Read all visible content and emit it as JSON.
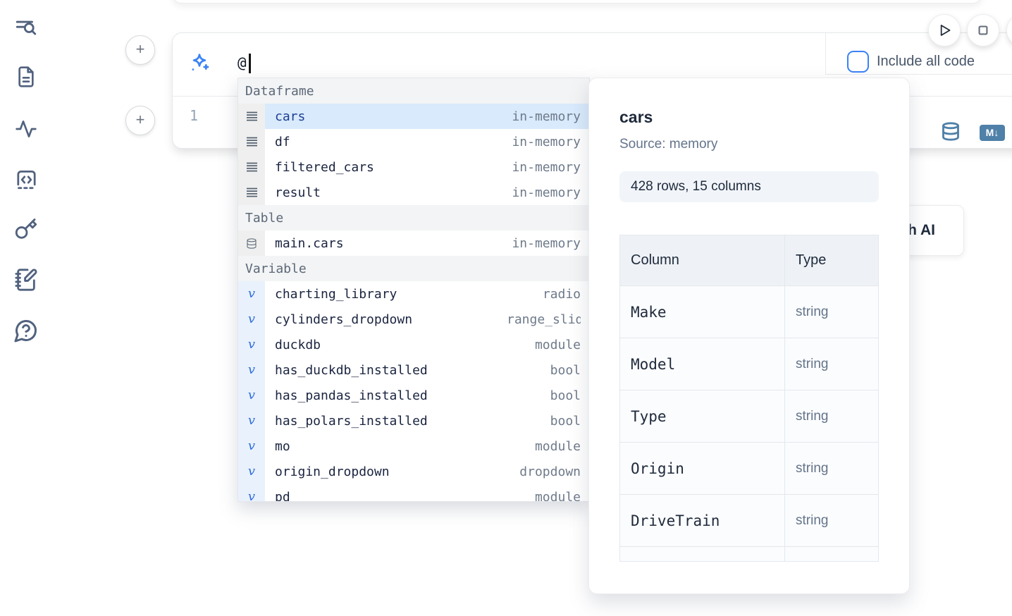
{
  "sidebar": {
    "icons": [
      {
        "name": "toc-search-icon"
      },
      {
        "name": "file-icon"
      },
      {
        "name": "activity-icon"
      },
      {
        "name": "code-snippets-icon"
      },
      {
        "name": "key-icon"
      },
      {
        "name": "scratchpad-icon"
      },
      {
        "name": "help-chat-icon"
      }
    ]
  },
  "run_controls": {
    "play_icon": "play-icon",
    "stop_icon": "stop-square-icon"
  },
  "cell": {
    "prompt": {
      "value": "@",
      "icon": "sparkles-icon"
    },
    "include_all_code": {
      "label": "Include all code",
      "checked": false
    },
    "editor": {
      "line_number": "1"
    },
    "actions": {
      "datasource_icon": "database-icon",
      "markdown_badge": "M↓"
    }
  },
  "autocomplete": {
    "sections": [
      {
        "label": "Dataframe",
        "items": [
          {
            "name": "cars",
            "type": "in-memory",
            "icon": "dataframe",
            "selected": true
          },
          {
            "name": "df",
            "type": "in-memory",
            "icon": "dataframe",
            "selected": false
          },
          {
            "name": "filtered_cars",
            "type": "in-memory",
            "icon": "dataframe",
            "selected": false
          },
          {
            "name": "result",
            "type": "in-memory",
            "icon": "dataframe",
            "selected": false
          }
        ]
      },
      {
        "label": "Table",
        "items": [
          {
            "name": "main.cars",
            "type": "in-memory",
            "icon": "table",
            "selected": false
          }
        ]
      },
      {
        "label": "Variable",
        "items": [
          {
            "name": "charting_library",
            "type": "radio",
            "icon": "variable",
            "selected": false
          },
          {
            "name": "cylinders_dropdown",
            "type": "range_slider",
            "icon": "variable",
            "selected": false
          },
          {
            "name": "duckdb",
            "type": "module",
            "icon": "variable",
            "selected": false
          },
          {
            "name": "has_duckdb_installed",
            "type": "bool",
            "icon": "variable",
            "selected": false
          },
          {
            "name": "has_pandas_installed",
            "type": "bool",
            "icon": "variable",
            "selected": false
          },
          {
            "name": "has_polars_installed",
            "type": "bool",
            "icon": "variable",
            "selected": false
          },
          {
            "name": "mo",
            "type": "module",
            "icon": "variable",
            "selected": false
          },
          {
            "name": "origin_dropdown",
            "type": "dropdown",
            "icon": "variable",
            "selected": false
          },
          {
            "name": "pd",
            "type": "module",
            "icon": "variable",
            "selected": false
          }
        ]
      }
    ]
  },
  "popup": {
    "title": "cars",
    "source": "Source: memory",
    "shape": "428 rows, 15 columns",
    "table": {
      "headers": [
        "Column",
        "Type"
      ],
      "rows": [
        {
          "column": "Make",
          "type": "string"
        },
        {
          "column": "Model",
          "type": "string"
        },
        {
          "column": "Type",
          "type": "string"
        },
        {
          "column": "Origin",
          "type": "string"
        },
        {
          "column": "DriveTrain",
          "type": "string"
        }
      ]
    }
  },
  "ai_generate": {
    "label": "Generate with AI"
  },
  "colors": {
    "accent_blue": "#3b82f6",
    "steel_blue": "#4e80a8",
    "selected_row_bg": "#d8eafc",
    "selected_row_text": "#1e3f94"
  }
}
